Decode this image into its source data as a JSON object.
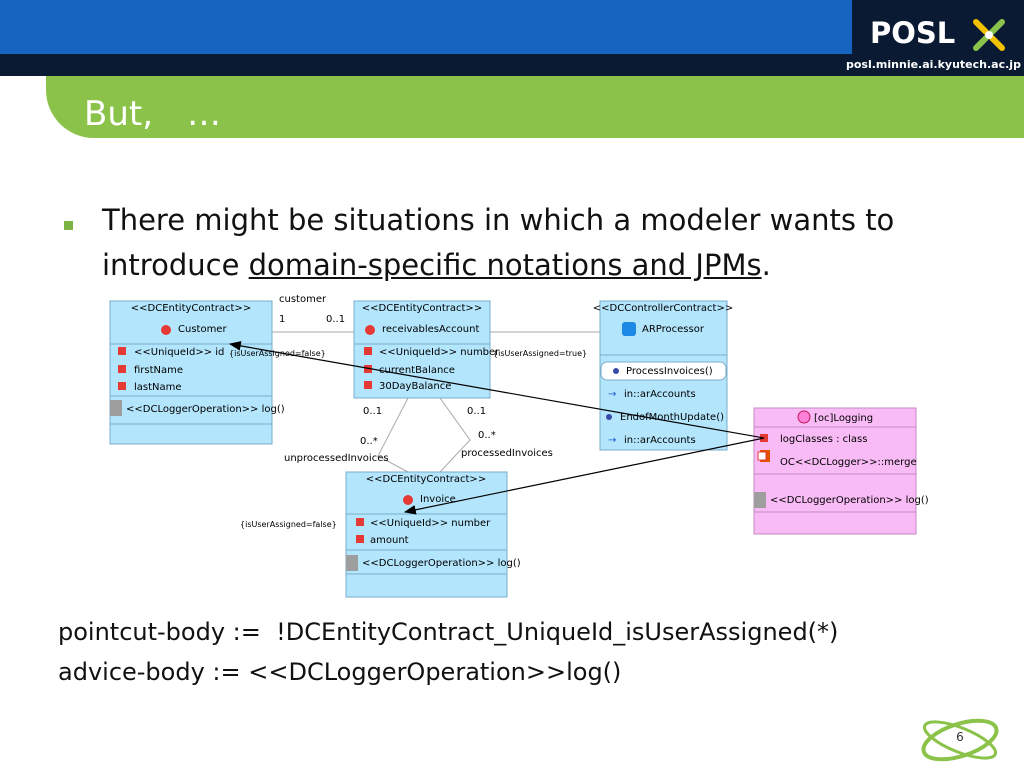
{
  "header": {
    "logo": "POSL",
    "url": "posl.minnie.ai.kyutech.ac.jp",
    "title": "But,　…"
  },
  "bullet": {
    "text_before": "There might be situations in which a modeler wants to introduce ",
    "underlined": "domain-specific notations and JPMs",
    "text_after": "."
  },
  "code": {
    "line1": "pointcut-body :=  !DCEntityContract_UniqueId_isUserAssigned(*)",
    "line2": "advice-body := <<DCLoggerOperation>>log()"
  },
  "page_number": "6",
  "diagram": {
    "customer": {
      "stereotype": "<<DCEntityContract>>",
      "name": "Customer",
      "attrs": [
        "<<UniqueId>> id",
        "firstName",
        "lastName"
      ],
      "op": "<<DCLoggerOperation>> log()"
    },
    "account": {
      "stereotype": "<<DCEntityContract>>",
      "name": "receivablesAccount",
      "attrs": [
        "<<UniqueId>> number",
        "currentBalance",
        "30DayBalance"
      ]
    },
    "processor": {
      "stereotype": "<<DCControllerContract>>",
      "name": "ARProcessor",
      "ops": [
        "ProcessInvoices()",
        "in::arAccounts",
        "EndofMonthUpdate()",
        "in::arAccounts"
      ]
    },
    "invoice": {
      "stereotype": "<<DCEntityContract>>",
      "name": "Invoice",
      "attrs": [
        "<<UniqueId>> number",
        "amount"
      ],
      "op": "<<DCLoggerOperation>> log()"
    },
    "logging": {
      "name": "[oc]Logging",
      "attrs": [
        "logClasses : class",
        "OC<<DCLogger>>::merge"
      ],
      "op": "<<DCLoggerOperation>> log()"
    },
    "labels": {
      "customer_role": "customer",
      "mult_1": "1",
      "mult_01a": "0..1",
      "tag_false_1": "{isUserAssigned=false}",
      "tag_true": "{isUserAssigned=true}",
      "tag_false_2": "{isUserAssigned=false}",
      "mult_01b": "0..1",
      "mult_01c": "0..1",
      "mult_star1": "0..*",
      "mult_star2": "0..*",
      "unprocessed": "unprocessedInvoices",
      "processed": "processedInvoices"
    }
  }
}
